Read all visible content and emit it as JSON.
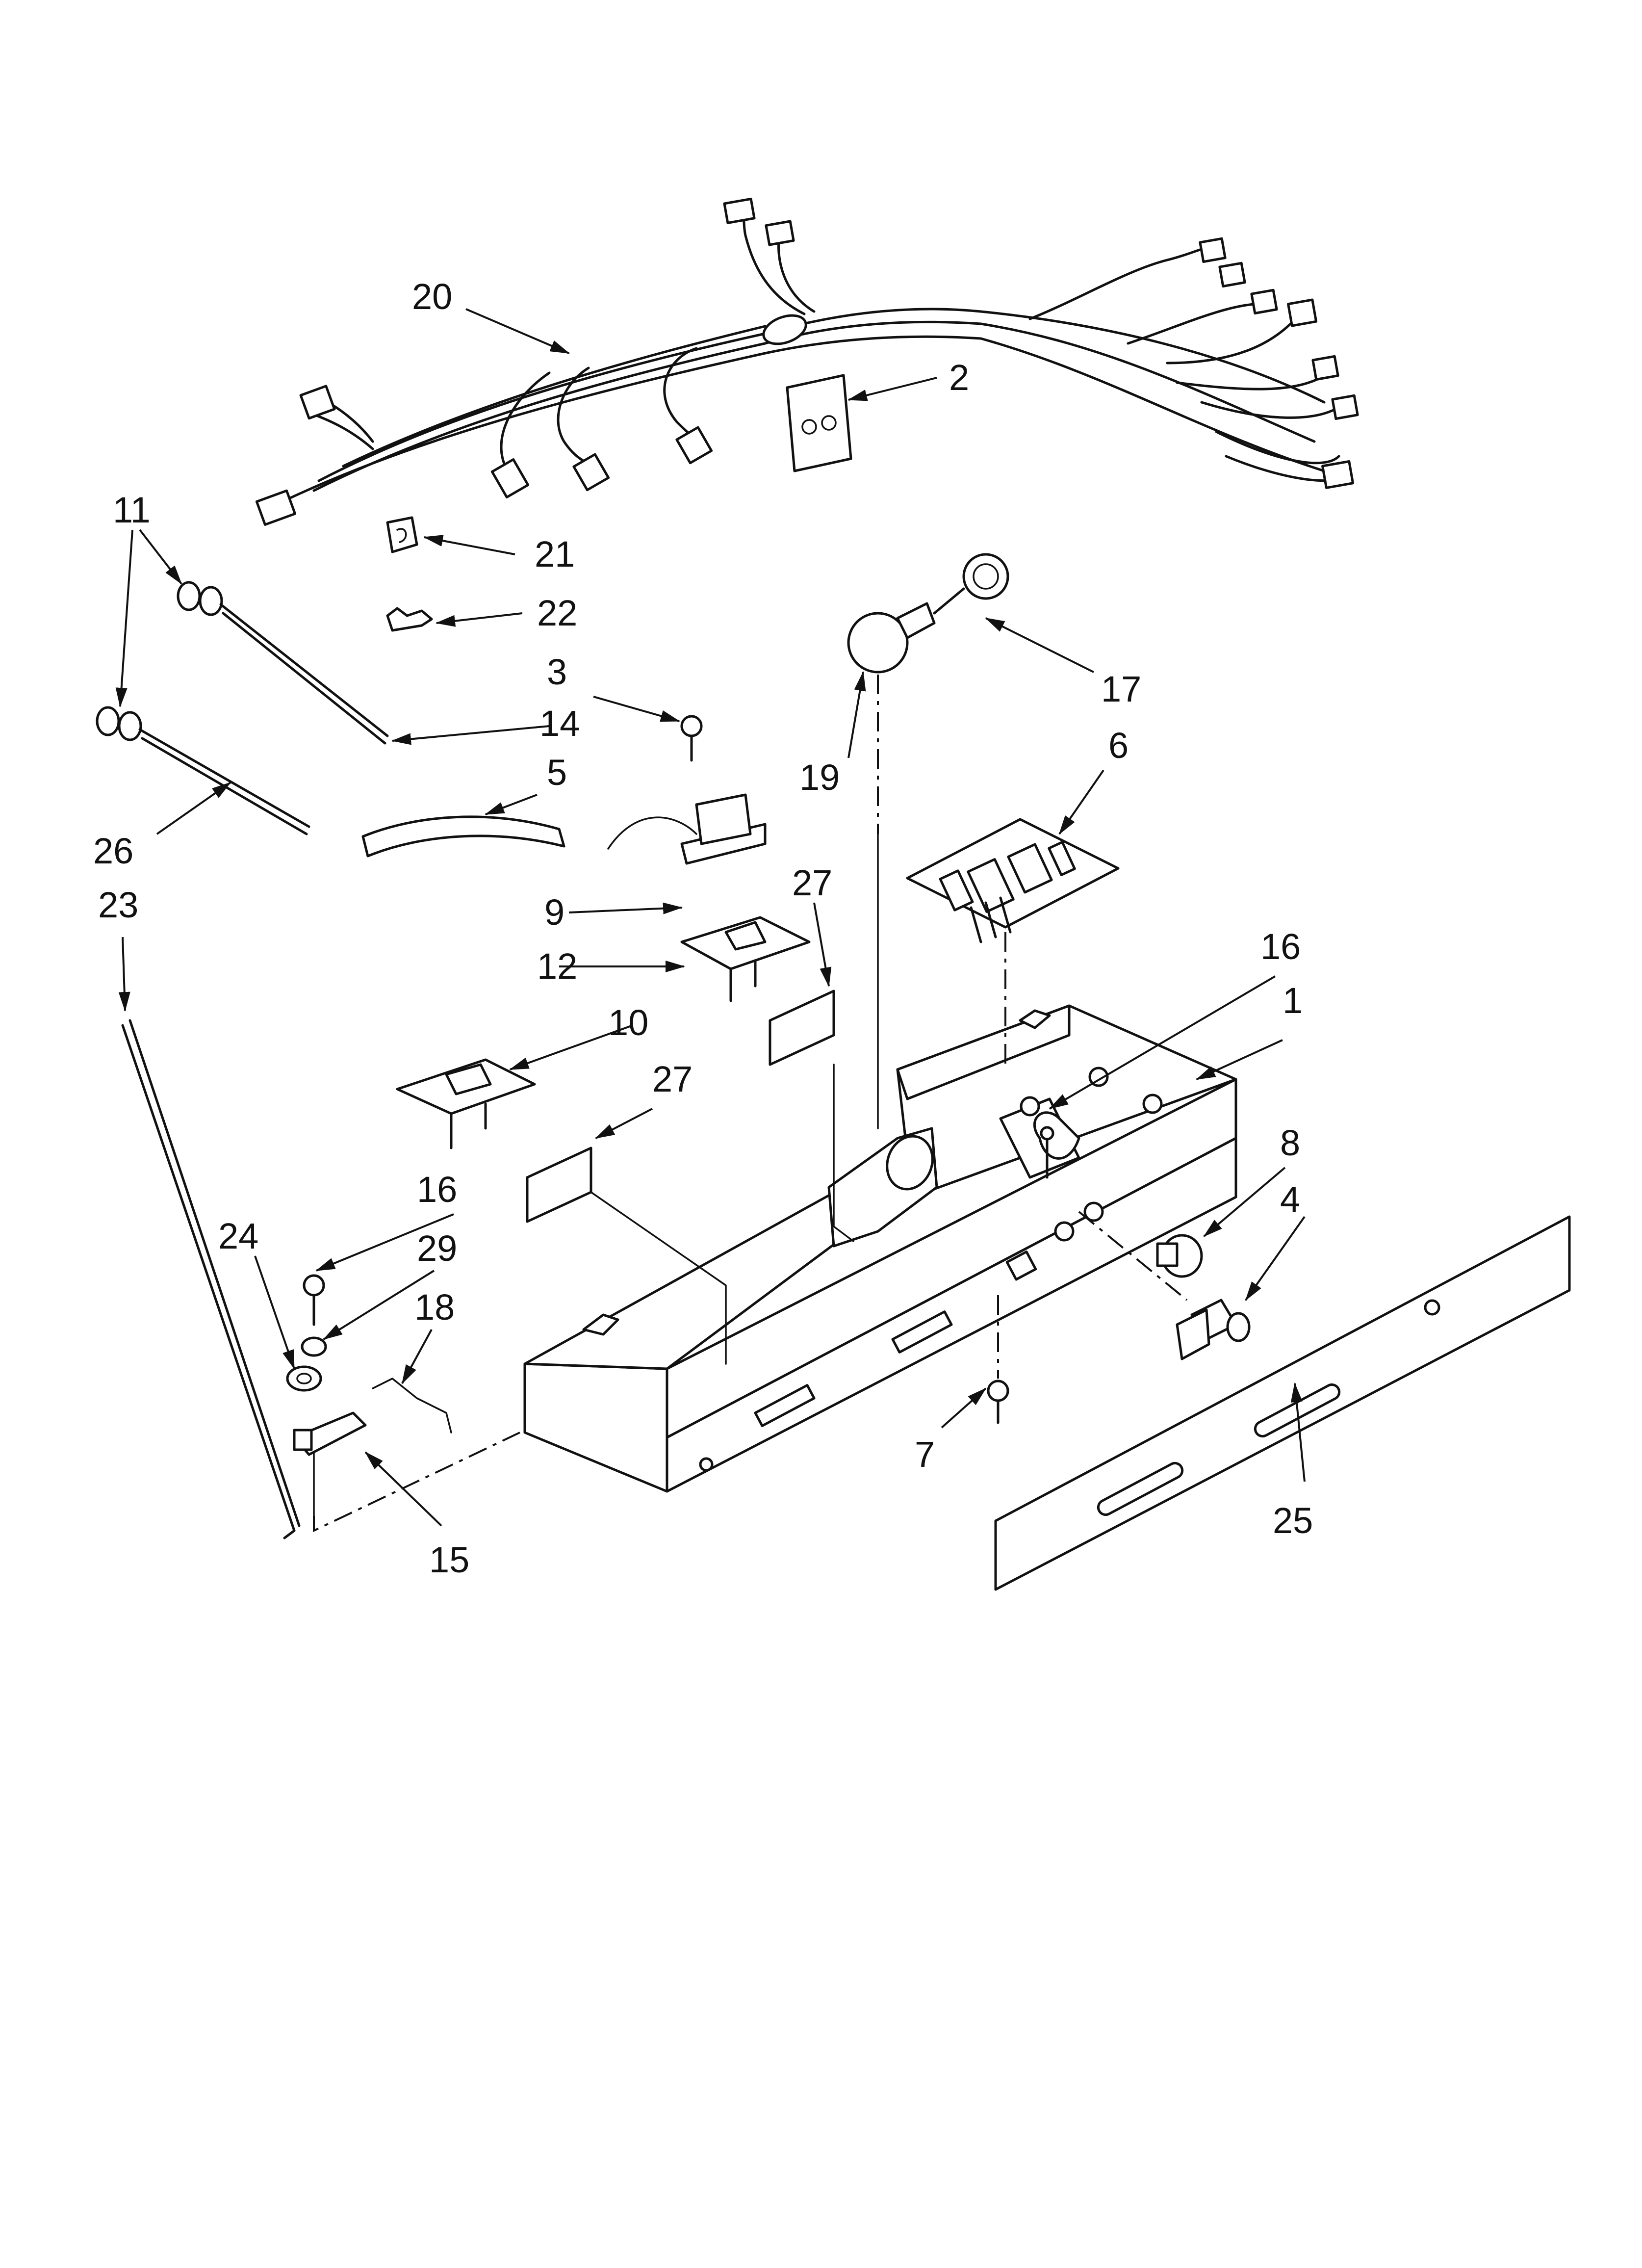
{
  "callouts": [
    {
      "id": "20",
      "label": "20"
    },
    {
      "id": "2",
      "label": "2"
    },
    {
      "id": "11",
      "label": "11"
    },
    {
      "id": "21",
      "label": "21"
    },
    {
      "id": "22",
      "label": "22"
    },
    {
      "id": "3",
      "label": "3"
    },
    {
      "id": "17",
      "label": "17"
    },
    {
      "id": "14",
      "label": "14"
    },
    {
      "id": "19",
      "label": "19"
    },
    {
      "id": "6",
      "label": "6"
    },
    {
      "id": "5",
      "label": "5"
    },
    {
      "id": "26",
      "label": "26"
    },
    {
      "id": "27a",
      "label": "27"
    },
    {
      "id": "9",
      "label": "9"
    },
    {
      "id": "23",
      "label": "23"
    },
    {
      "id": "12",
      "label": "12"
    },
    {
      "id": "16a",
      "label": "16"
    },
    {
      "id": "1",
      "label": "1"
    },
    {
      "id": "10",
      "label": "10"
    },
    {
      "id": "27b",
      "label": "27"
    },
    {
      "id": "8",
      "label": "8"
    },
    {
      "id": "16b",
      "label": "16"
    },
    {
      "id": "4",
      "label": "4"
    },
    {
      "id": "24",
      "label": "24"
    },
    {
      "id": "29",
      "label": "29"
    },
    {
      "id": "18",
      "label": "18"
    },
    {
      "id": "7",
      "label": "7"
    },
    {
      "id": "15",
      "label": "15"
    },
    {
      "id": "25",
      "label": "25"
    }
  ]
}
